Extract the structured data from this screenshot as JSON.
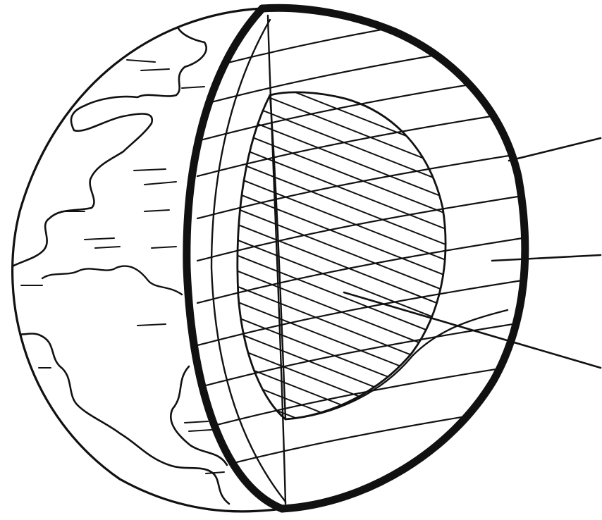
{
  "diagram": {
    "subject": "earth-interior-cutaway",
    "layers": [
      {
        "name": "crust-surface",
        "pattern": "continents-and-wave-marks"
      },
      {
        "name": "mantle",
        "pattern": "banded-stripes"
      },
      {
        "name": "core",
        "pattern": "diagonal-hatching"
      }
    ],
    "pointer_lines": 3,
    "labels": []
  },
  "colors": {
    "ink": "#111111",
    "paper": "#ffffff"
  }
}
